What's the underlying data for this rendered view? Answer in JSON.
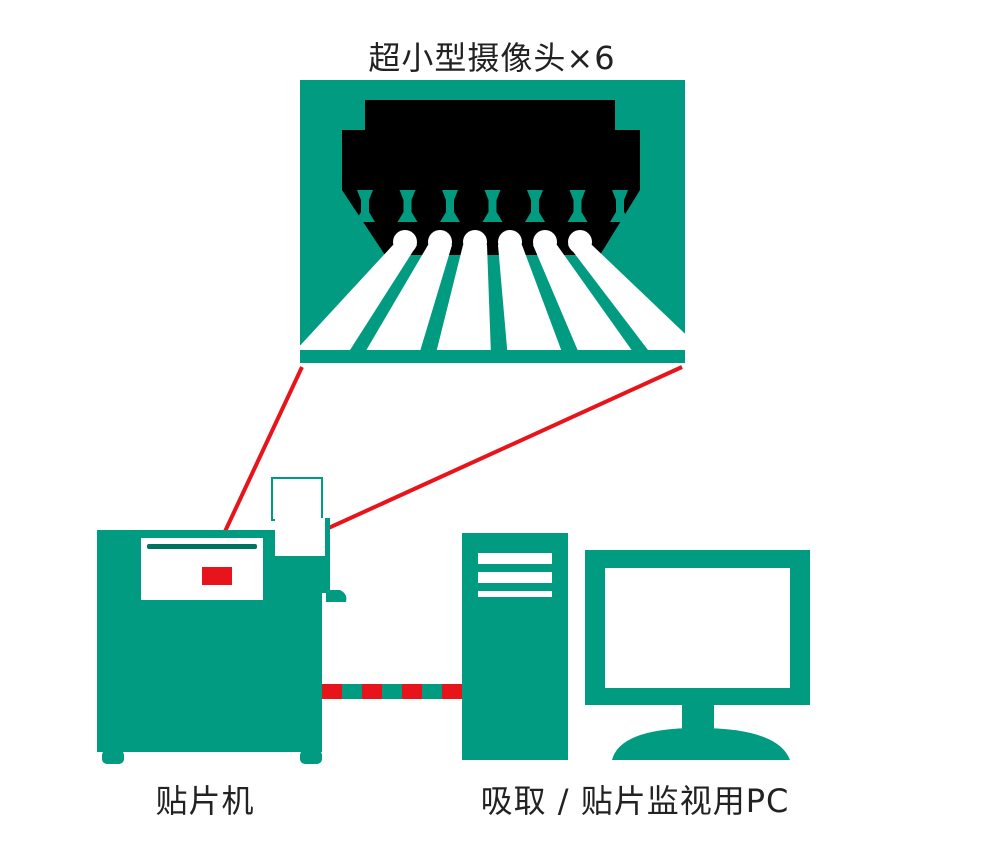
{
  "title": "超小型摄像头×6",
  "labels": {
    "machine": "贴片机",
    "pc": "吸取 / 贴片监视用PC"
  },
  "colors": {
    "teal": "#009b80",
    "red": "#e8141c",
    "black": "#000000"
  },
  "camera_count": 6
}
